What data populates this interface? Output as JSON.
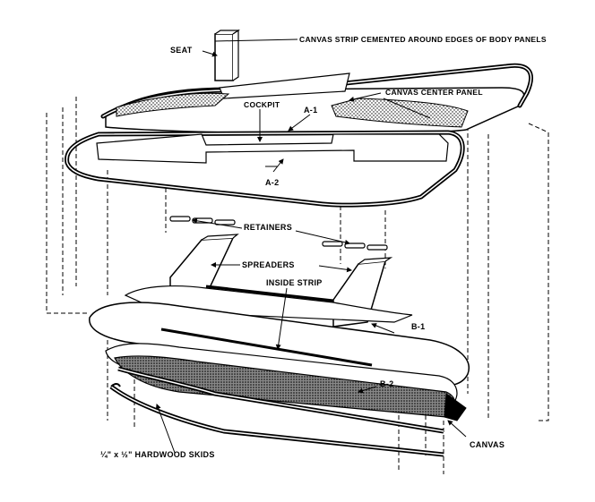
{
  "labels": {
    "seat": "SEAT",
    "canvas_strip": "CANVAS STRIP CEMENTED AROUND EDGES OF BODY PANELS",
    "canvas_center_panel": "CANVAS CENTER PANEL",
    "cockpit": "COCKPIT",
    "a1": "A-1",
    "a2": "A-2",
    "retainers": "RETAINERS",
    "spreaders": "SPREADERS",
    "inside_strip": "INSIDE STRIP",
    "b1": "B-1",
    "b2": "B-2",
    "canvas": "CANVAS",
    "hardwood_skids": "¼\" x ½\" HARDWOOD SKIDS"
  }
}
